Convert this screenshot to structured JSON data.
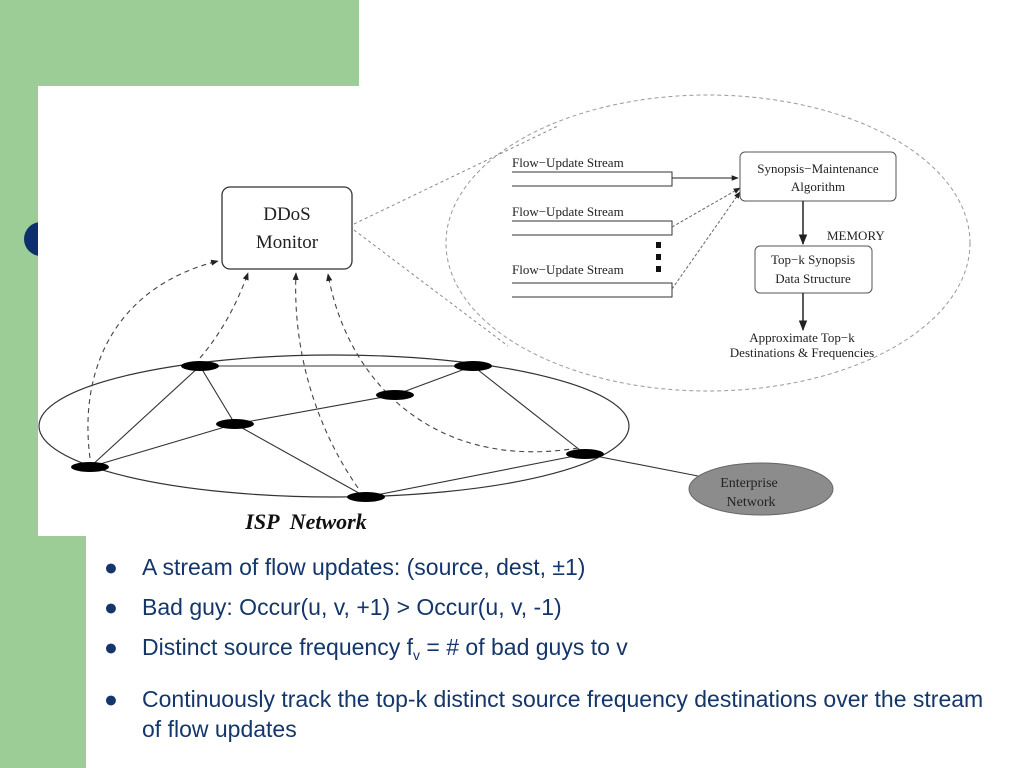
{
  "diagram": {
    "monitor": {
      "line1": "DDoS",
      "line2": "Monitor"
    },
    "streams": [
      "Flow−Update Stream",
      "Flow−Update Stream",
      "Flow−Update Stream"
    ],
    "synopsis_maintenance": {
      "line1": "Synopsis−Maintenance",
      "line2": "Algorithm"
    },
    "memory": "MEMORY",
    "topk": {
      "line1": "Top−k Synopsis",
      "line2": "Data Structure"
    },
    "output": {
      "line1": "Approximate Top−k",
      "line2": "Destinations & Frequencies"
    },
    "enterprise": {
      "line1": "Enterprise",
      "line2": "Network"
    },
    "isp_label": "ISP  Network"
  },
  "bullets": [
    {
      "text": "A stream of flow updates: (source, dest, ±1)"
    },
    {
      "text": "Bad guy: Occur(u, v, +1) > Occur(u, v, -1)"
    },
    {
      "pre": "Distinct source frequency f",
      "sub": "v",
      "post": " = # of bad guys to v"
    },
    {
      "text": "Continuously track the top-k distinct source frequency destinations over the stream of flow updates"
    }
  ],
  "bullet_glyph": "●",
  "colors": {
    "green": "#9dcd97",
    "navy": "#0d2f6b",
    "text": "#14366b",
    "enterprise_fill": "#8c8c8c"
  }
}
